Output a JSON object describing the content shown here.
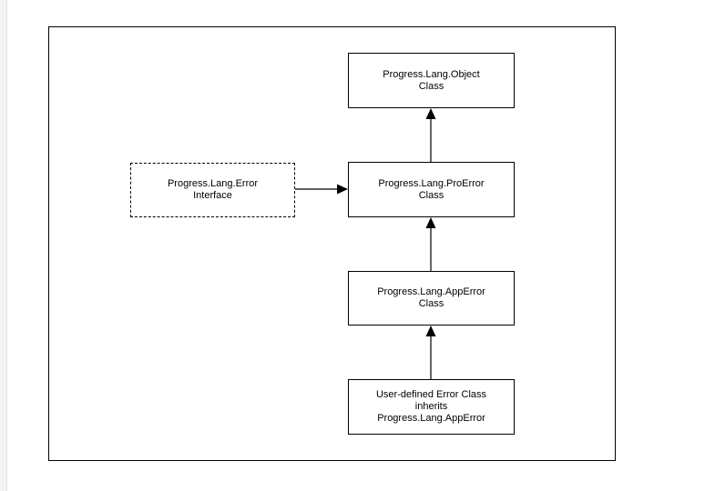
{
  "nodes": {
    "object": {
      "line1": "Progress.Lang.Object",
      "line2": "Class"
    },
    "error_interface": {
      "line1": "Progress.Lang.Error",
      "line2": "Interface"
    },
    "proerror": {
      "line1": "Progress.Lang.ProError",
      "line2": "Class"
    },
    "apperror": {
      "line1": "Progress.Lang.AppError",
      "line2": "Class"
    },
    "user_defined": {
      "line1": "User-defined Error Class",
      "line2": "inherits",
      "line3": "Progress.Lang.AppError"
    }
  },
  "edges": [
    {
      "from": "proerror",
      "to": "object"
    },
    {
      "from": "error_interface",
      "to": "proerror"
    },
    {
      "from": "apperror",
      "to": "proerror"
    },
    {
      "from": "user_defined",
      "to": "apperror"
    }
  ]
}
